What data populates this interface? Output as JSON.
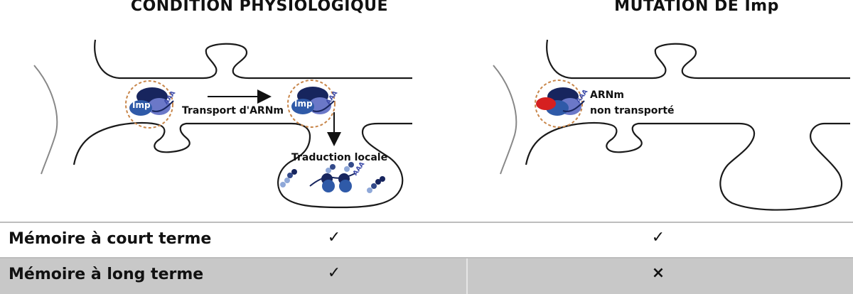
{
  "panels": {
    "left_title": "CONDITION PHYSIOLOGIQUE",
    "right_title": "MUTATION DE Imp"
  },
  "diagram": {
    "protein_label": "Imp",
    "polya_label": "AAA",
    "transport_label": "Transport d'ARNm",
    "translation_label": "Traduction locale",
    "mutant_label_line1": "ARNm",
    "mutant_label_line2": "non transporté",
    "colors": {
      "dark_navy": "#17255e",
      "mid_blue": "#2f5aa8",
      "light_blue": "#6b78c8",
      "red": "#d62020",
      "circle_outline": "#c8864a",
      "membrane": "#1a1a1a"
    }
  },
  "table": {
    "rows": [
      {
        "label": "Mémoire à court terme",
        "physiological": "✓",
        "mutation": "✓"
      },
      {
        "label": "Mémoire à long terme",
        "physiological": "✓",
        "mutation": "×"
      }
    ]
  }
}
